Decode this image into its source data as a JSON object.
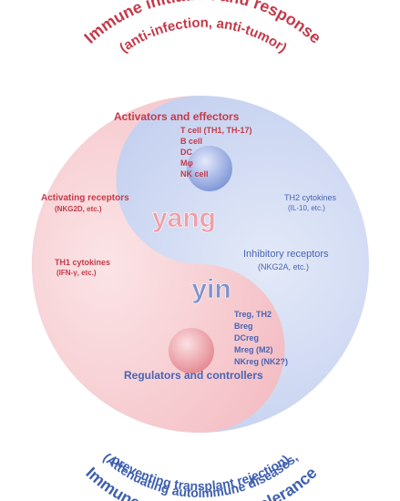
{
  "top_arc": {
    "title": "Immune initiation and response",
    "subtitle": "(anti-infection, anti-tumor)"
  },
  "bottom_arc": {
    "subtitle_line1": "(Attenuating autoimmune diseases,",
    "subtitle_line2": "preventing transplant rejection)",
    "title": "Immune regulation and tolerance"
  },
  "yang": {
    "label": "yang",
    "heading": "Activators and effectors",
    "cells": [
      "T cell (TH1, TH-17)",
      "B cell",
      "DC",
      "Mφ",
      "NK cell"
    ],
    "receptors_title": "Activating receptors",
    "receptors_note": "(NKG2D, etc.)",
    "cytokines_title": "TH1 cytokines",
    "cytokines_note": "(IFN-γ, etc.)"
  },
  "yin": {
    "label": "yin",
    "heading": "Regulators and controllers",
    "cells": [
      "Treg, TH2",
      "Breg",
      "DCreg",
      "Mreg (M2)",
      "NKreg (NK2?)"
    ],
    "receptors_title": "Inhibitory receptors",
    "receptors_note": "(NKG2A, etc.)",
    "cytokines_title": "TH2 cytokines",
    "cytokines_note": "(IL-10, etc.)"
  },
  "colors": {
    "red": "#c43a4a",
    "blue": "#3e5fb0",
    "red_fill": "#f6c7cc",
    "blue_fill": "#bfcdef"
  }
}
